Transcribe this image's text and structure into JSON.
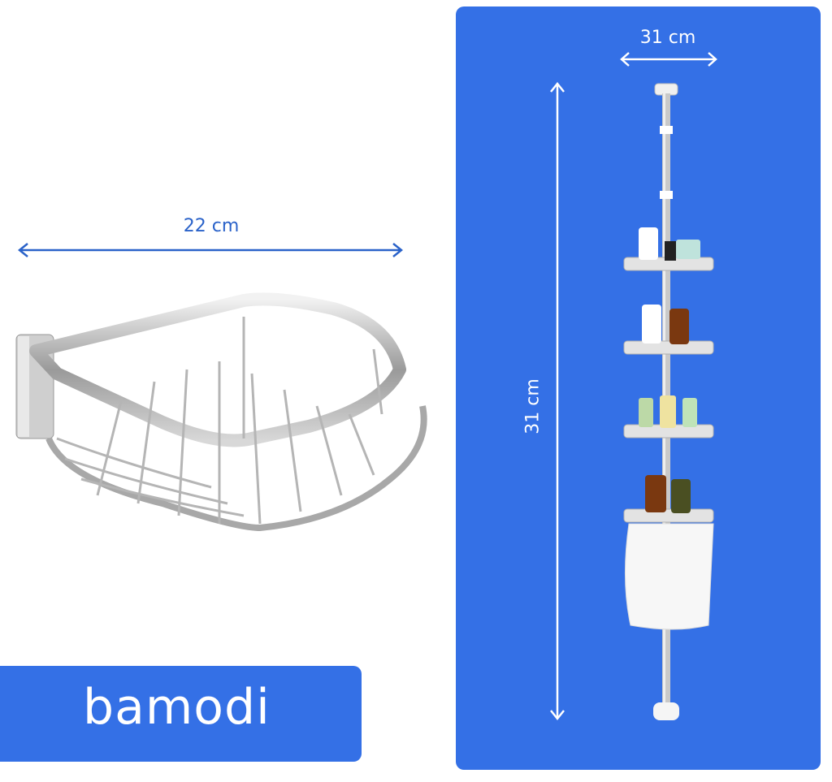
{
  "basket_width_label": "22 cm",
  "caddy_width_label": "31 cm",
  "caddy_height_label": "31 cm",
  "brand": {
    "name": "bamodi",
    "color": "#3470e6"
  },
  "colors": {
    "panel": "#3470e6",
    "arrow_left": "#2a62c9",
    "arrow_right": "#ffffff"
  }
}
